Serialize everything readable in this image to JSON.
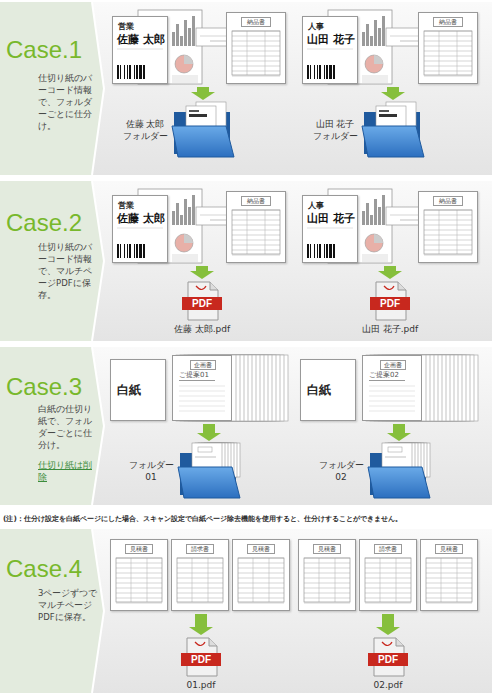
{
  "diagram": {
    "nodes": [
      {
        "text": [
          "Case.1",
          "仕切り紙のバーコード情報で、フォルダーごとに仕分け。"
        ]
      },
      {
        "text": [
          "営業",
          "佐藤 太郎"
        ],
        "in": 0
      },
      {
        "text": [
          "納品書"
        ],
        "in": 0
      },
      {
        "text": [
          "人事",
          "山田 花子"
        ],
        "in": 0
      },
      {
        "text": [
          "納品書"
        ],
        "in": 0
      },
      {
        "text": [
          "佐藤 太郎 フォルダー"
        ],
        "in": 0
      },
      {
        "text": [
          "山田 花子 フォルダー"
        ],
        "in": 0
      },
      {
        "text": [
          "Case.2",
          "仕切り紙のバーコード情報で、マルチページPDFに保存。"
        ]
      },
      {
        "text": [
          "営業",
          "佐藤 太郎"
        ],
        "in": 7
      },
      {
        "text": [
          "納品書"
        ],
        "in": 7
      },
      {
        "text": [
          "人事",
          "山田 花子"
        ],
        "in": 7
      },
      {
        "text": [
          "納品書"
        ],
        "in": 7
      },
      {
        "text": [
          "PDF",
          "佐藤 太郎.pdf"
        ],
        "in": 7
      },
      {
        "text": [
          "PDF",
          "山田 花子.pdf"
        ],
        "in": 7
      },
      {
        "text": [
          "Case.3",
          "白紙の仕切り紙で、フォルダーごとに仕分け。",
          "仕切り紙は削除"
        ]
      },
      {
        "text": [
          "白紙"
        ],
        "in": 14
      },
      {
        "text": [
          "企画書",
          "ご提案01"
        ],
        "in": 14
      },
      {
        "text": [
          "白紙"
        ],
        "in": 14
      },
      {
        "text": [
          "企画書",
          "ご提案02"
        ],
        "in": 14
      },
      {
        "text": [
          "フォルダー 01"
        ],
        "in": 14
      },
      {
        "text": [
          "フォルダー 02"
        ],
        "in": 14
      },
      {
        "text": [
          "Case.4",
          "3ページずつでマルチページPDFに保存。"
        ]
      },
      {
        "text": [
          "見積書"
        ],
        "in": 21
      },
      {
        "text": [
          "請求書"
        ],
        "in": 21
      },
      {
        "text": [
          "見積書"
        ],
        "in": 21
      },
      {
        "text": [
          "見積書"
        ],
        "in": 21
      },
      {
        "text": [
          "請求書"
        ],
        "in": 21
      },
      {
        "text": [
          "見積書"
        ],
        "in": 21
      },
      {
        "text": [
          "PDF",
          "01.pdf"
        ],
        "in": 21
      },
      {
        "text": [
          "PDF",
          "02.pdf"
        ],
        "in": 21
      }
    ],
    "edges": [
      {
        "from": 1,
        "to": 5,
        "arrow": "to"
      },
      {
        "from": 3,
        "to": 6,
        "arrow": "to"
      },
      {
        "from": 8,
        "to": 12,
        "arrow": "to"
      },
      {
        "from": 10,
        "to": 13,
        "arrow": "to"
      },
      {
        "from": 16,
        "to": 19,
        "arrow": "to"
      },
      {
        "from": 18,
        "to": 20,
        "arrow": "to"
      },
      {
        "from": 23,
        "to": 28,
        "arrow": "to"
      },
      {
        "from": 26,
        "to": 29,
        "arrow": "to"
      }
    ],
    "labels": [
      "(注)：仕分け設定を白紙ページにした場合、スキャン設定で白紙ページ除去機能を使用すると、仕分けすることができません。"
    ]
  }
}
